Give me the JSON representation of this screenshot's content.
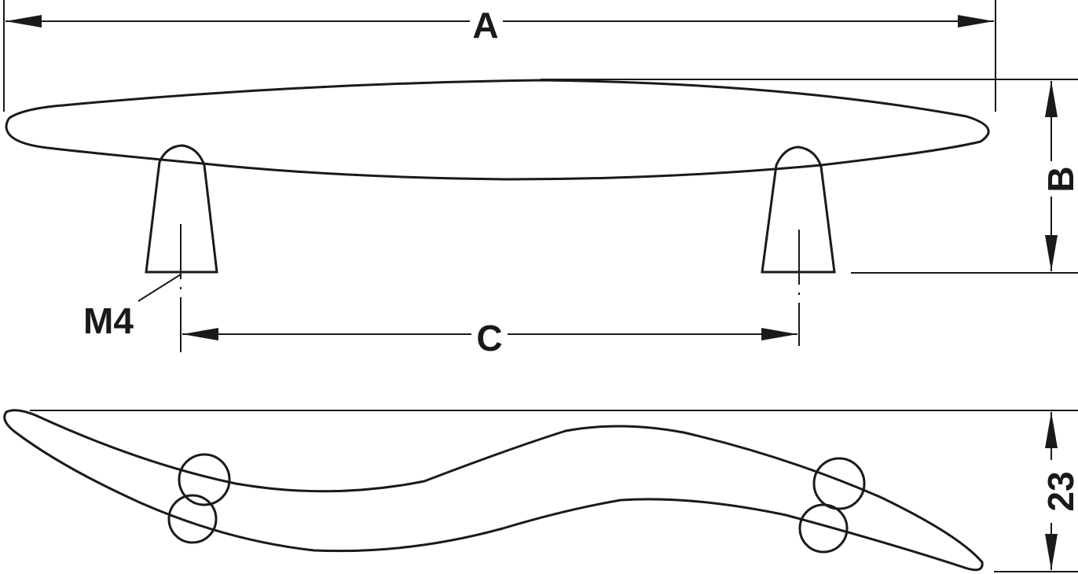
{
  "dimensions": {
    "overall_length": "A",
    "height": "B",
    "hole_centres": "C",
    "thread": "M4",
    "depth": "23"
  },
  "colors": {
    "line": "#1a1a1a",
    "background": "#ffffff"
  }
}
